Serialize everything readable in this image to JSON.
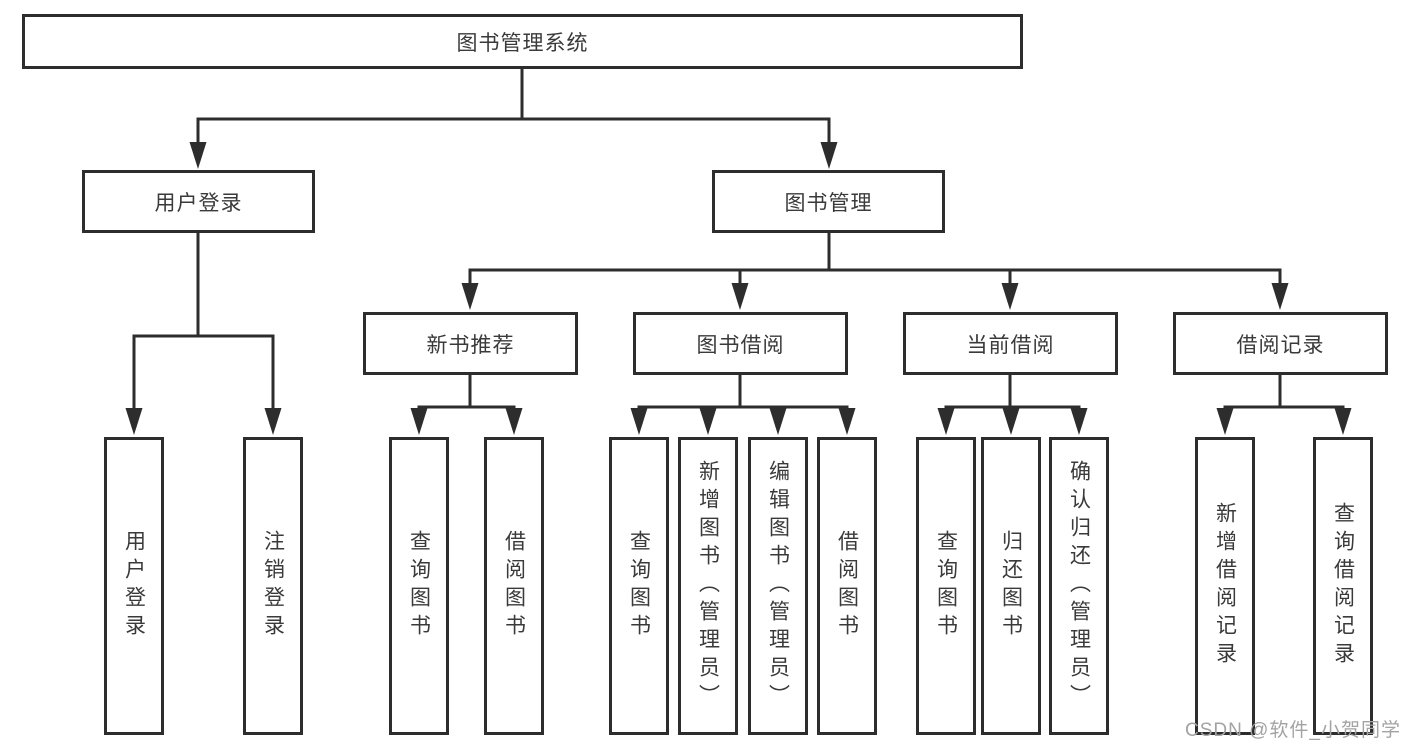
{
  "diagram": {
    "root": {
      "label": "图书管理系统"
    },
    "level2": [
      {
        "label": "用户登录"
      },
      {
        "label": "图书管理"
      }
    ],
    "level3": [
      {
        "label": "新书推荐"
      },
      {
        "label": "图书借阅"
      },
      {
        "label": "当前借阅"
      },
      {
        "label": "借阅记录"
      }
    ],
    "leaves": {
      "user_login": [
        "用户登录",
        "注销登录"
      ],
      "new_book_recommend": [
        "查询图书",
        "借阅图书"
      ],
      "book_borrowing": [
        "查询图书",
        "新增图书（管理员）",
        "编辑图书（管理员）",
        "借阅图书"
      ],
      "current_borrowing": [
        "查询图书",
        "归还图书",
        "确认归还（管理员）"
      ],
      "borrowing_records": [
        "新增借阅记录",
        "查询借阅记录"
      ]
    }
  },
  "watermark": {
    "text": "CSDN @软件_小贺同学"
  },
  "colors": {
    "line": "#2d2d2d",
    "box_border": "#2d2d2d",
    "box_background": "#ffffff",
    "text": "#3a3a3a",
    "watermark": "#a3a3a3"
  }
}
